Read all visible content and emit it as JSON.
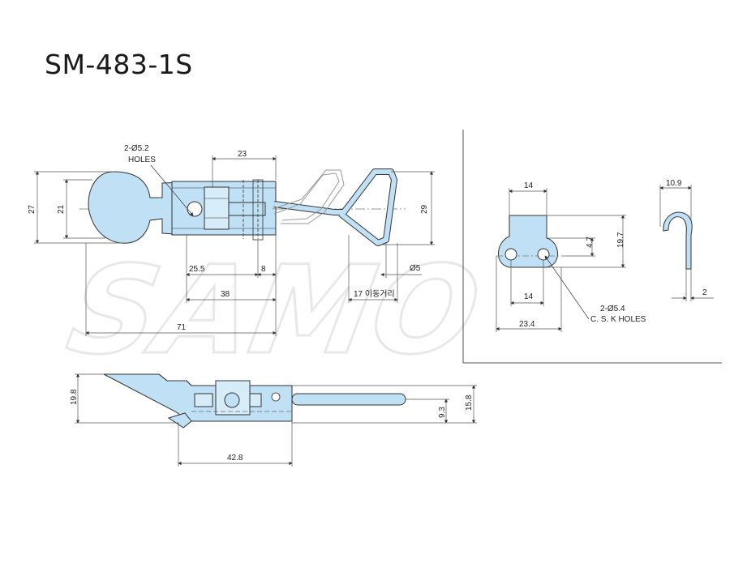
{
  "title": "SM-483-1S",
  "watermark": "SAMO",
  "colors": {
    "part_fill": "#bfe0f5",
    "line": "#333333",
    "dim_line": "#555555"
  },
  "front_view": {
    "holes_label_1": "2-Ø5.2",
    "holes_label_2": "HOLES",
    "dims": {
      "d23": "23",
      "d27": "27",
      "d21": "21",
      "d29": "29",
      "d25_5": "25.5",
      "d8": "8",
      "d5": "Ø5",
      "d38": "38",
      "d17": "17 이동거리",
      "d71": "71"
    }
  },
  "side_view": {
    "dims": {
      "d19_8": "19.8",
      "d9_3": "9.3",
      "d15_8": "15.8",
      "d42_8": "42.8"
    }
  },
  "keeper_view": {
    "holes_label_1": "2-Ø5.4",
    "holes_label_2": "C. S. K HOLES",
    "dims": {
      "d14_top": "14",
      "d4_7": "4.7",
      "d19_7": "19.7",
      "d14_bottom": "14",
      "d23_4": "23.4"
    }
  },
  "hook_view": {
    "dims": {
      "d10_9": "10.9",
      "d2": "2"
    }
  }
}
